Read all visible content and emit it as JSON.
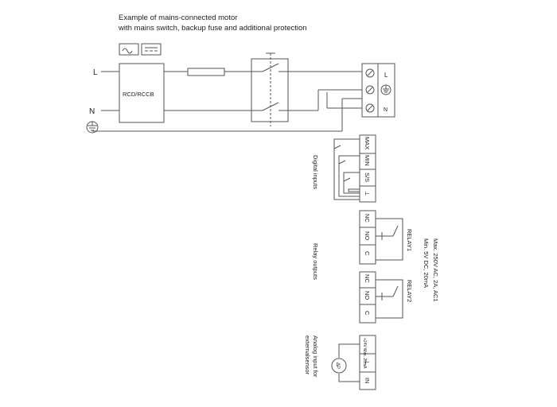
{
  "title": {
    "line1": "Example of mains-connected motor",
    "line2": "with mains switch, backup fuse and additional protection"
  },
  "supply": {
    "line_label": "L",
    "neutral_label": "N",
    "rcd_label": "RCD/RCCB"
  },
  "mains_terminals": {
    "l_label": "L",
    "n_label": "N"
  },
  "digital_inputs": {
    "section_label": "Digital inputs",
    "terminals": [
      "MAX",
      "MIN",
      "S/S",
      "⊥"
    ]
  },
  "relay_outputs": {
    "section_label": "Relay outputs",
    "rating_line1": "Max. 250V AC, 2A, AC1",
    "rating_line2": "Min. 5V DC, 20mA",
    "relay1": {
      "label": "RELAY1",
      "terminals": [
        "NC",
        "NO",
        "C"
      ]
    },
    "relay2": {
      "label": "RELAY2",
      "terminals": [
        "NC",
        "NO",
        "C"
      ]
    }
  },
  "analog_input": {
    "section_label_line1": "Analog input for",
    "section_label_line2": "externalsensor",
    "sensor_symbol": "ΔP",
    "terminals": [
      "+24V Max. 20mA",
      "⊥",
      "IN"
    ]
  },
  "colors": {
    "wire": "#555555",
    "text": "#222222"
  }
}
